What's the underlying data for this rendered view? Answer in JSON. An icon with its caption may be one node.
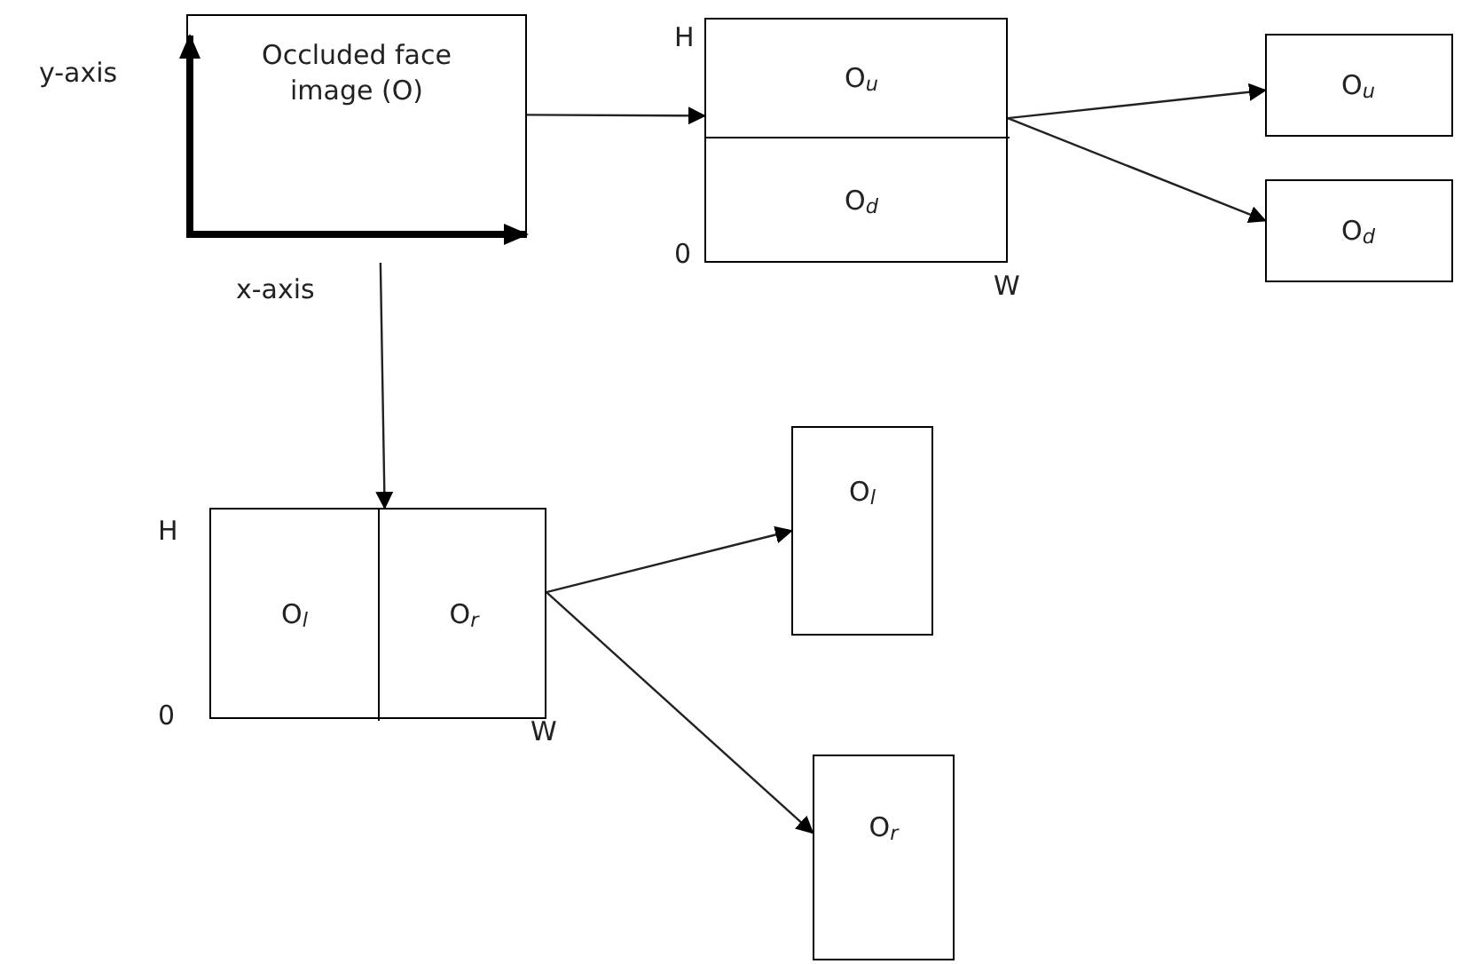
{
  "diagram": {
    "nodes": [
      {
        "text": [
          "Occluded face image (O)"
        ]
      },
      {
        "text": [],
        "shape": "box"
      },
      {
        "text": [
          "O$_{u}$"
        ],
        "in": 1
      },
      {
        "text": [
          "O$_{d}$"
        ],
        "in": 1
      },
      {
        "text": [
          "O$_{u}$"
        ]
      },
      {
        "text": [
          "O$_{d}$"
        ]
      },
      {
        "text": [],
        "shape": "box"
      },
      {
        "text": [
          "O$_{l}$"
        ],
        "in": 6
      },
      {
        "text": [
          "O$_{r}$"
        ],
        "in": 6
      },
      {
        "text": [
          "O$_{l}$"
        ]
      },
      {
        "text": [
          "O$_{r}$"
        ]
      }
    ],
    "edges": [
      {
        "from": 0,
        "to": 1,
        "arrow": "to"
      },
      {
        "from": 0,
        "to": 6,
        "arrow": "to"
      },
      {
        "from": 1,
        "to": 4,
        "arrow": "to"
      },
      {
        "from": 1,
        "to": 5,
        "arrow": "to"
      },
      {
        "from": 6,
        "to": 9,
        "arrow": "to"
      },
      {
        "from": 6,
        "to": 10,
        "arrow": "to"
      }
    ],
    "labels": [
      "y-axis",
      "x-axis",
      "H",
      "0",
      "W",
      "H",
      "0",
      "W"
    ]
  }
}
